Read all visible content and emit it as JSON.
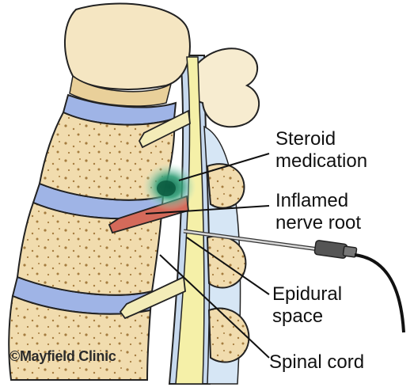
{
  "labels": {
    "steroid_line1": "Steroid",
    "steroid_line2": "medication",
    "inflamed_line1": "Inflamed",
    "inflamed_line2": "nerve root",
    "epidural_line1": "Epidural",
    "epidural_line2": "space",
    "spinal_cord": "Spinal cord"
  },
  "credit": "©Mayfield Clinic",
  "colors": {
    "vertebra_fill": "#f1dcae",
    "vertebra_spots": "#c9a063",
    "disc": "#9fb4e6",
    "spinal_cord": "#f5f0a8",
    "dura": "#c7d9ee",
    "steroid": "#1f8a6a",
    "inflamed_root": "#d46a5a",
    "nerve_root": "#f3ecb8",
    "outline": "#222222"
  },
  "icons": {
    "needle": "epidural-needle-icon"
  }
}
